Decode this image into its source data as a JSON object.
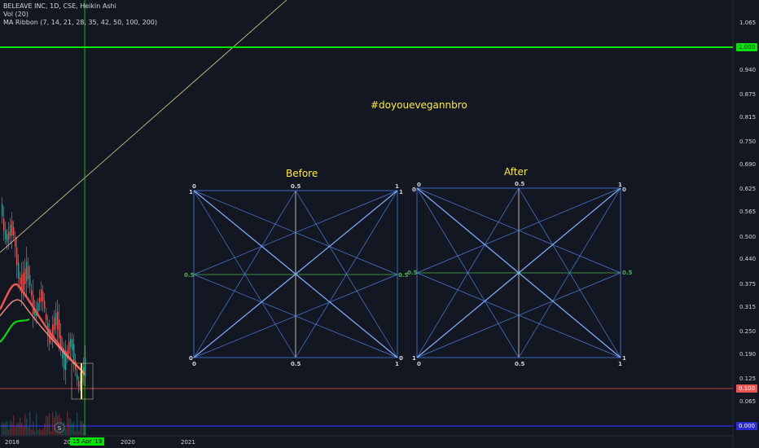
{
  "legend": {
    "symbol": "BELEAVE INC, 1D, CSE, Heikin Ashi",
    "vol": "Vol (20)",
    "ribbon": "MA Ribbon (7, 14, 21, 28, 35, 42, 50, 100, 200)"
  },
  "price_axis": {
    "ticks": [
      "1.065",
      "0.940",
      "0.875",
      "0.815",
      "0.750",
      "0.690",
      "0.625",
      "0.565",
      "0.500",
      "0.440",
      "0.375",
      "0.315",
      "0.250",
      "0.190",
      "0.125",
      "0.065"
    ],
    "tags": {
      "green": "1.000",
      "red": "0.100",
      "blue": "0.000"
    }
  },
  "time_axis": {
    "ticks": [
      "2018",
      "20",
      "2020",
      "2021"
    ],
    "cursor_label": "15 Apr '19"
  },
  "annotations": {
    "hashtag": "#doyouevegannbro",
    "before_title": "Before",
    "after_title": "After",
    "before": {
      "tl_top": "0",
      "tl_left": "1",
      "top_mid": "0.5",
      "tr_top": "1",
      "tr_right": "1",
      "left_mid": "0.5",
      "right_mid": "0.5",
      "bl_left": "0",
      "bl_bottom": "0",
      "bottom_mid": "0.5",
      "br_right": "0",
      "br_bottom": "1"
    },
    "after": {
      "tl_top": "0",
      "tl_left": "0",
      "top_mid": "0.5",
      "tr_top": "1",
      "tr_right": "0",
      "left_mid": "0.5",
      "right_mid": "0.5",
      "bl_left": "1",
      "bl_bottom": "0",
      "bottom_mid": "0.5",
      "br_right": "1",
      "br_bottom": "1"
    }
  },
  "colors": {
    "background": "#131722",
    "grid_box": "#4a7fe0",
    "mid_line": "#4caf50",
    "center_line": "#e8e4c8",
    "level_green": "#00e600",
    "level_red": "#ef5350",
    "level_blue": "#2b2bd6",
    "highlight": "#ffeb3b"
  }
}
